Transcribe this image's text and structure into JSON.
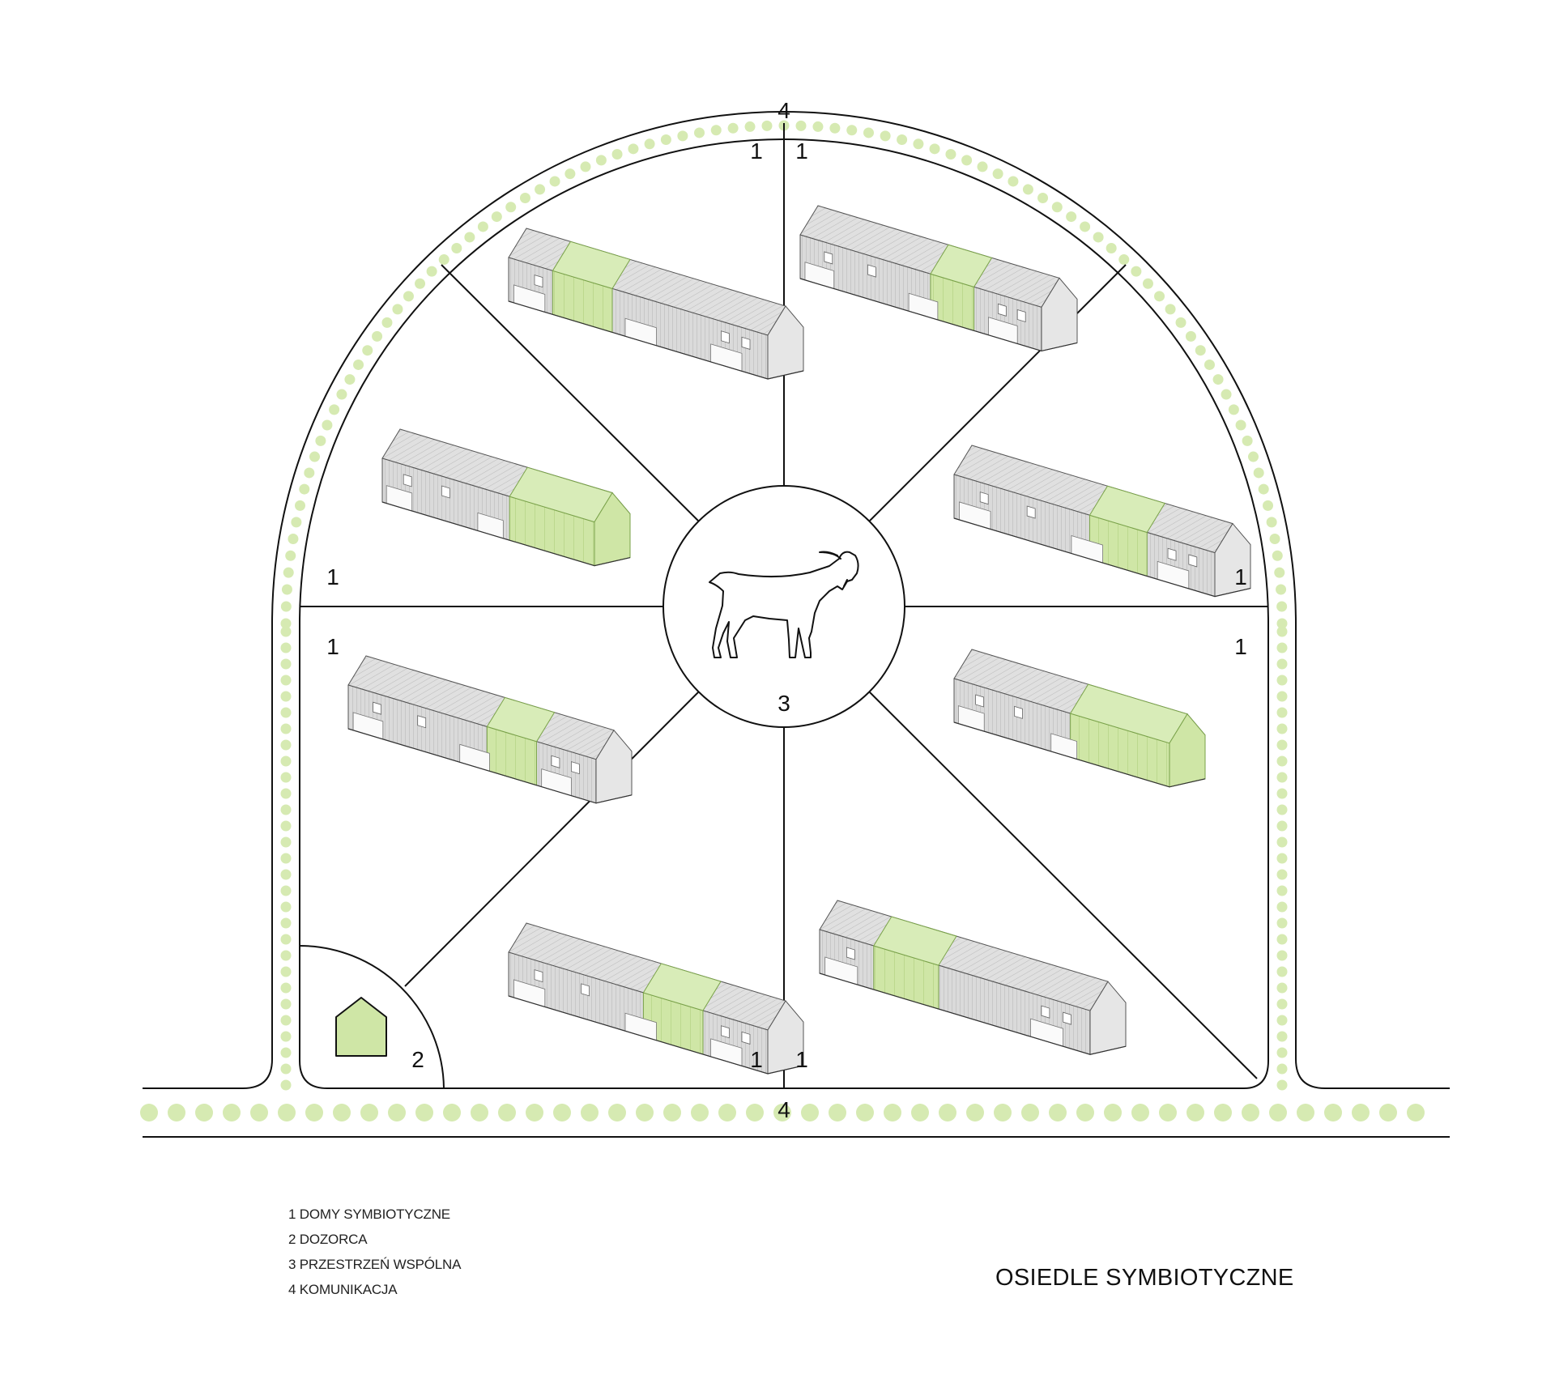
{
  "title": "OSIEDLE SYMBIOTYCZNE",
  "legend": [
    "1 DOMY SYMBIOTYCZNE",
    "2 DOZORCA",
    "3 PRZESTRZEŃ WSPÓLNA",
    "4 KOMUNIKACJA"
  ],
  "zone_labels": {
    "houses": "1",
    "caretaker": "2",
    "common": "3",
    "road": "4"
  },
  "colors": {
    "green": "#cfe6a6",
    "green_dot": "#d6eab2",
    "line": "#111111",
    "facade": "#d4d4d4"
  },
  "icons": [
    "goat-icon",
    "house-icon"
  ]
}
